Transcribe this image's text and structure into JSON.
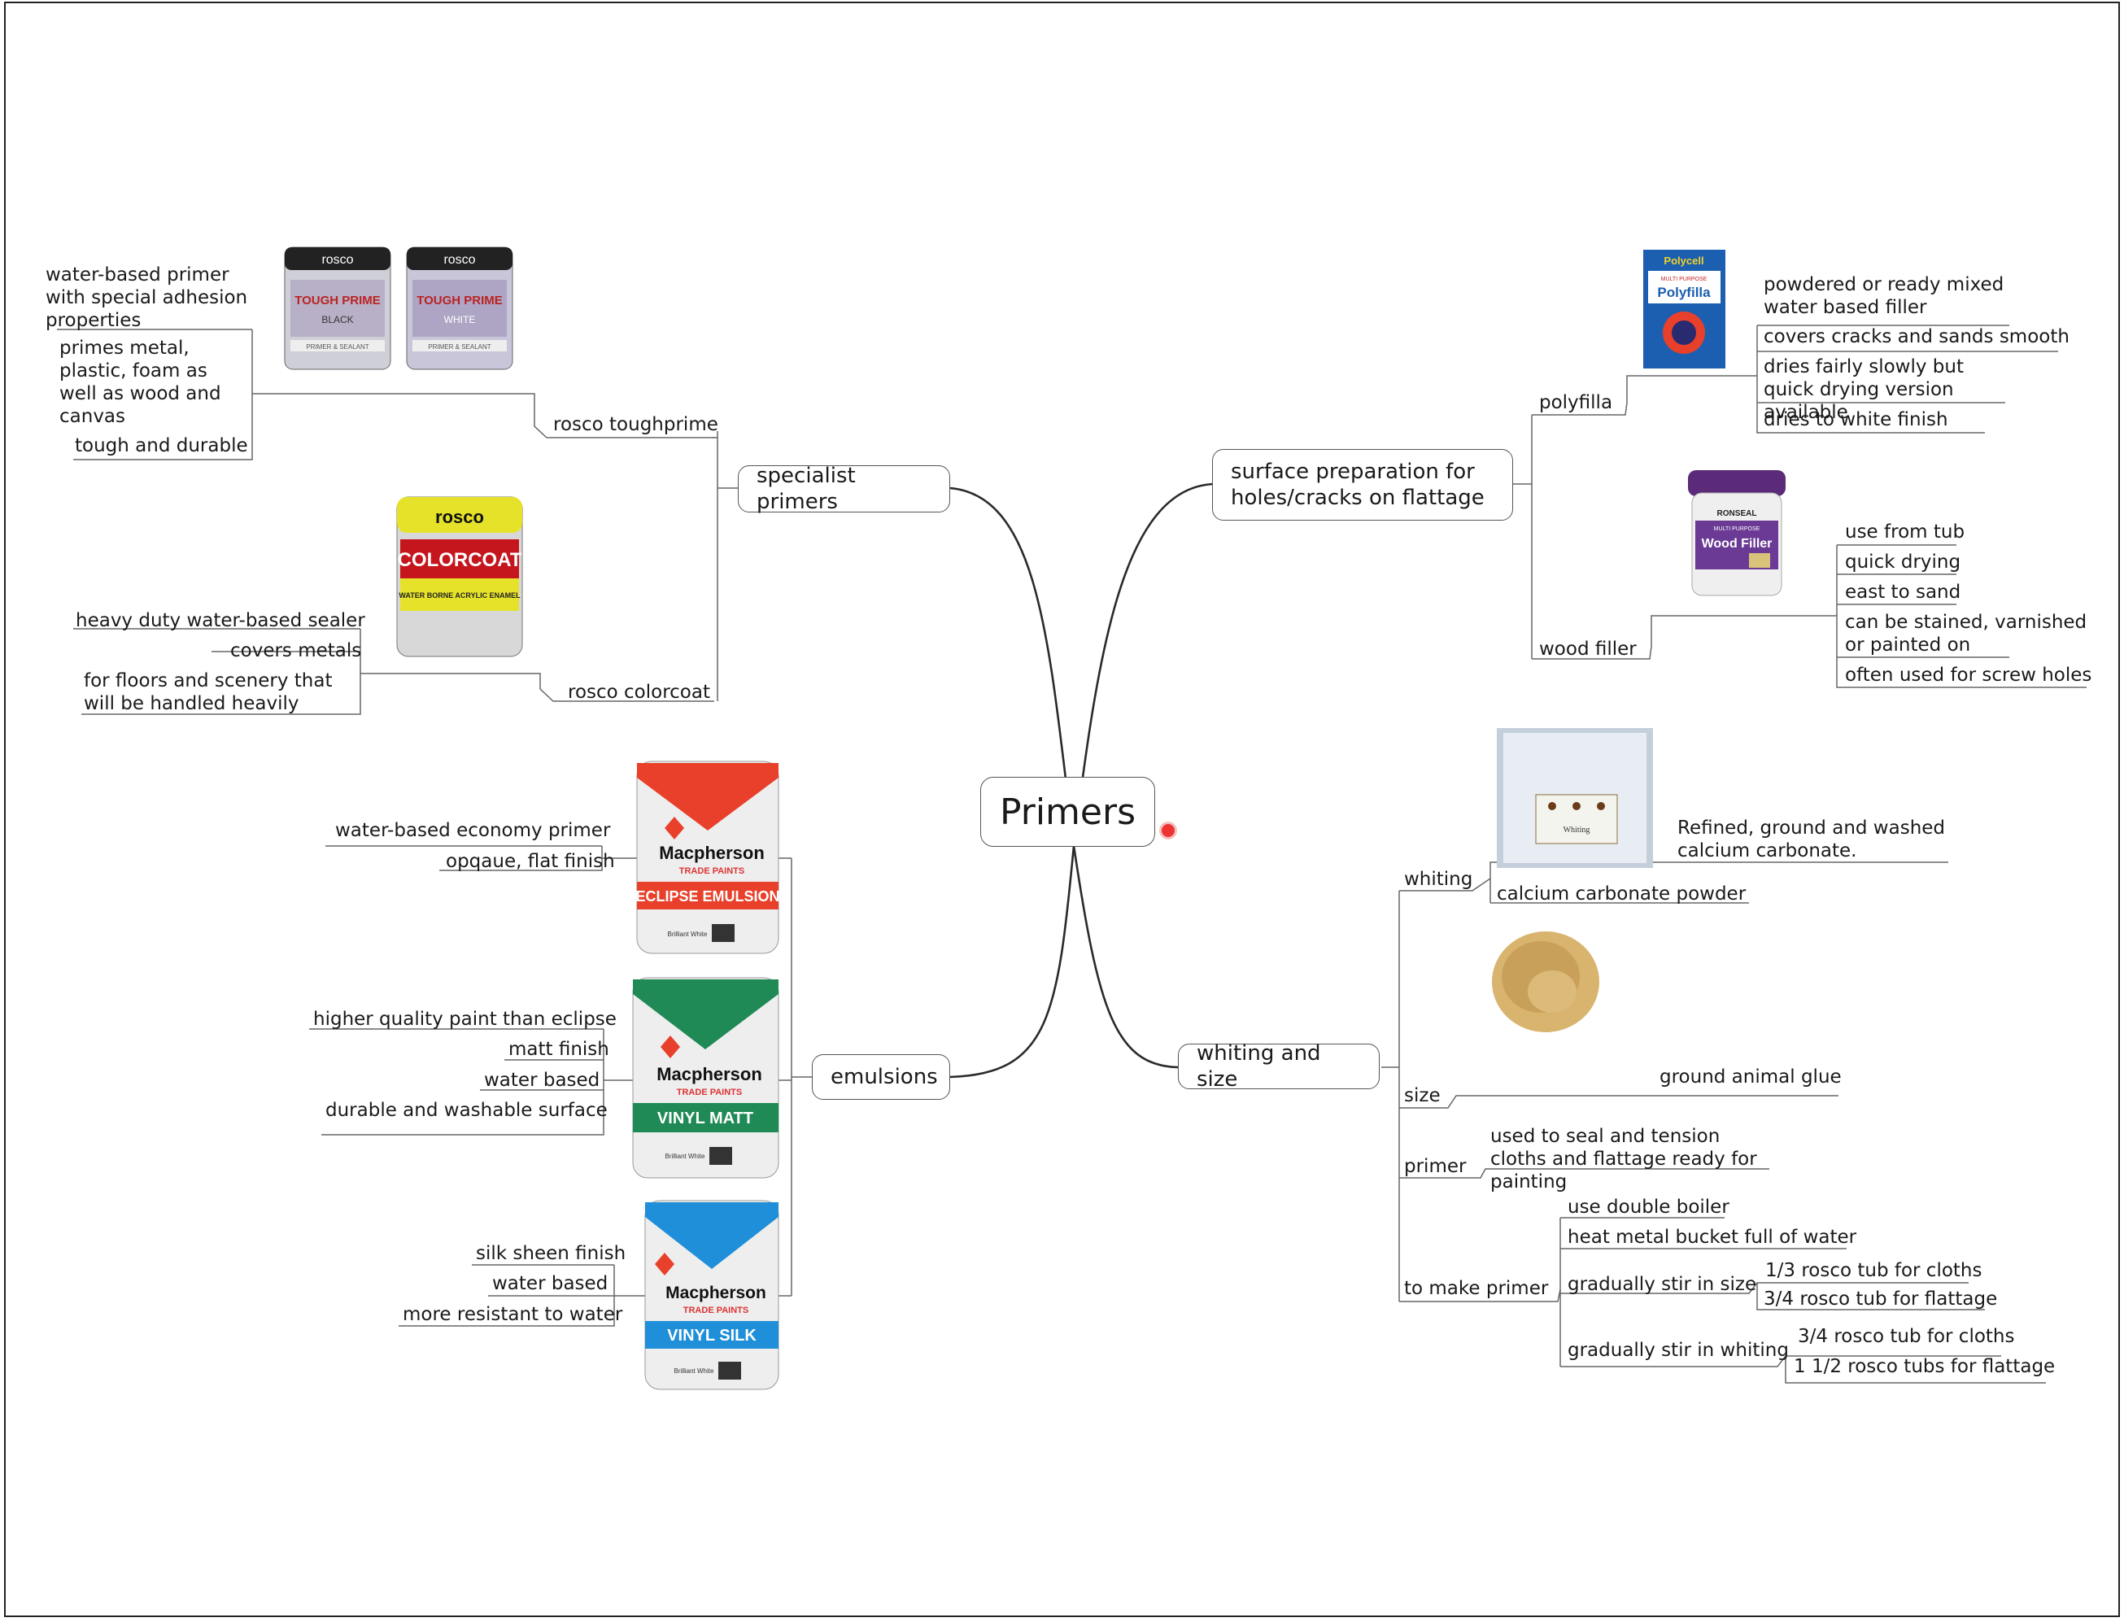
{
  "root": "Primers",
  "branches": {
    "specialist": "specialist primers",
    "surface": "surface preparation for holes/cracks on flattage",
    "emulsions": "emulsions",
    "whiting_size": "whiting and size"
  },
  "rosco_toughprime": {
    "label": "rosco toughprime",
    "notes": [
      "water-based primer with special adhesion properties",
      "primes metal, plastic, foam as well as wood and canvas",
      "tough and durable"
    ],
    "image": {
      "brand": "rosco",
      "can_left": "TOUGH PRIME",
      "variant_left": "BLACK",
      "can_right": "TOUGH PRIME",
      "variant_right": "WHITE",
      "sub": "PRIMER & SEALANT"
    }
  },
  "rosco_colorcoat": {
    "label": "rosco colorcoat",
    "notes": [
      "heavy duty water-based sealer",
      "covers metals",
      "for floors and scenery that will be handled heavily"
    ],
    "image": {
      "brand": "rosco",
      "name": "COLORCOAT",
      "sub": "WATER BORNE ACRYLIC ENAMEL"
    }
  },
  "emulsions": {
    "eclipse": {
      "notes": [
        "water-based economy primer",
        "opqaue, flat finish"
      ],
      "image": {
        "brand": "Macpherson",
        "trade": "TRADE PAINTS",
        "name": "ECLIPSE EMULSION",
        "shade": "Brilliant White"
      }
    },
    "vinyl_matt": {
      "notes": [
        "higher quality paint than eclipse",
        "matt finish",
        "water based",
        "durable and washable surface"
      ],
      "image": {
        "brand": "Macpherson",
        "trade": "TRADE PAINTS",
        "name": "VINYL MATT",
        "shade": "Brilliant White"
      }
    },
    "vinyl_silk": {
      "notes": [
        "silk sheen finish",
        "water based",
        "more resistant to water"
      ],
      "image": {
        "brand": "Macpherson",
        "trade": "TRADE PAINTS",
        "name": "VINYL SILK",
        "shade": "Brilliant White"
      }
    }
  },
  "polyfilla": {
    "label": "polyfilla",
    "notes": [
      "powdered or ready mixed water based filler",
      "covers cracks and sands smooth",
      "dries fairly slowly but quick drying version available",
      "dries to white finish"
    ],
    "image": {
      "brand": "Polycell",
      "sub": "MULTI PURPOSE",
      "name": "Polyfilla"
    }
  },
  "wood_filler": {
    "label": "wood filler",
    "notes": [
      "use from tub",
      "quick drying",
      "east to sand",
      "can be stained, varnished or painted on",
      "often used for screw holes"
    ],
    "image": {
      "brand": "RONSEAL",
      "sub": "MULTI PURPOSE",
      "name": "Wood Filler"
    }
  },
  "whiting": {
    "label": "whiting",
    "notes": [
      "Refined, ground and washed calcium carbonate.",
      "calcium carbonate powder"
    ],
    "image": {
      "name": "Whiting"
    }
  },
  "size": {
    "label": "size",
    "notes": [
      "ground animal glue"
    ]
  },
  "primer": {
    "label": "primer",
    "notes": [
      "used to seal and tension cloths and flattage ready for painting"
    ]
  },
  "to_make_primer": {
    "label": "to make primer",
    "steps": [
      "use double boiler",
      "heat metal bucket full of water",
      "gradually stir in size",
      "gradually stir in whiting"
    ],
    "size_amounts": [
      "1/3 rosco tub for cloths",
      "3/4 rosco tub for flattage"
    ],
    "whiting_amounts": [
      "3/4 rosco tub for cloths",
      "1 1/2 rosco tubs for flattage"
    ]
  },
  "colors": {
    "line": "#2a2a2a",
    "thin_line": "#666666",
    "marker": "#e33333"
  }
}
